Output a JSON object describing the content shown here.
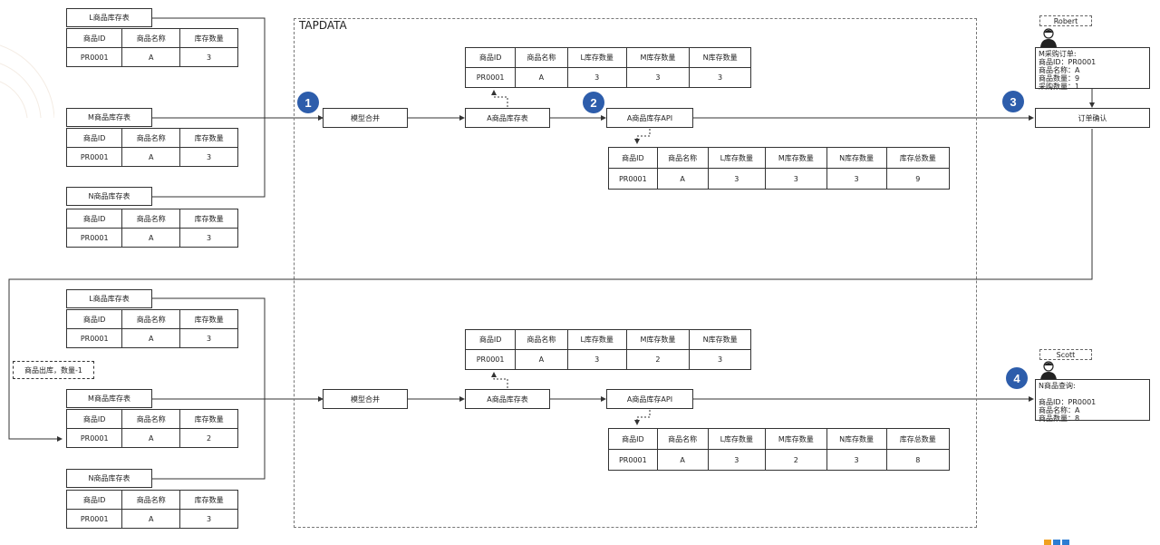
{
  "frame_title": "TAPDATA",
  "col_headers": {
    "id": "商品ID",
    "name": "商品名称",
    "qty": "库存数量"
  },
  "sources_top": [
    {
      "title": "L商品库存表",
      "row": [
        "PR0001",
        "A",
        "3"
      ]
    },
    {
      "title": "M商品库存表",
      "row": [
        "PR0001",
        "A",
        "3"
      ]
    },
    {
      "title": "N商品库存表",
      "row": [
        "PR0001",
        "A",
        "3"
      ]
    }
  ],
  "sources_bottom": [
    {
      "title": "L商品库存表",
      "row": [
        "PR0001",
        "A",
        "3"
      ]
    },
    {
      "title": "M商品库存表",
      "row": [
        "PR0001",
        "A",
        "2"
      ]
    },
    {
      "title": "N商品库存表",
      "row": [
        "PR0001",
        "A",
        "3"
      ]
    }
  ],
  "merge_label": "模型合并",
  "inventory_table_label": "A商品库存表",
  "api_label": "A商品库存API",
  "merged_headers": [
    "商品ID",
    "商品名称",
    "L库存数量",
    "M库存数量",
    "N库存数量"
  ],
  "merged_top_row": [
    "PR0001",
    "A",
    "3",
    "3",
    "3"
  ],
  "merged_bottom_row": [
    "PR0001",
    "A",
    "3",
    "2",
    "3"
  ],
  "api_headers": [
    "商品ID",
    "商品名称",
    "L库存数量",
    "M库存数量",
    "N库存数量",
    "库存总数量"
  ],
  "api_top_row": [
    "PR0001",
    "A",
    "3",
    "3",
    "3",
    "9"
  ],
  "api_bottom_row": [
    "PR0001",
    "A",
    "3",
    "2",
    "3",
    "8"
  ],
  "order_confirm_label": "订单确认",
  "outbound_label": "商品出库，数量-1",
  "robert": {
    "name": "Robert",
    "text": "M采购订单:\n商品ID：PR0001\n商品名称：A\n商品数量：9\n采购数量：1"
  },
  "scott": {
    "name": "Scott",
    "text": "N商品查询:\n\n商品ID：PR0001\n商品名称：A\n商品数量：8"
  },
  "badges": [
    "1",
    "2",
    "3",
    "4"
  ]
}
